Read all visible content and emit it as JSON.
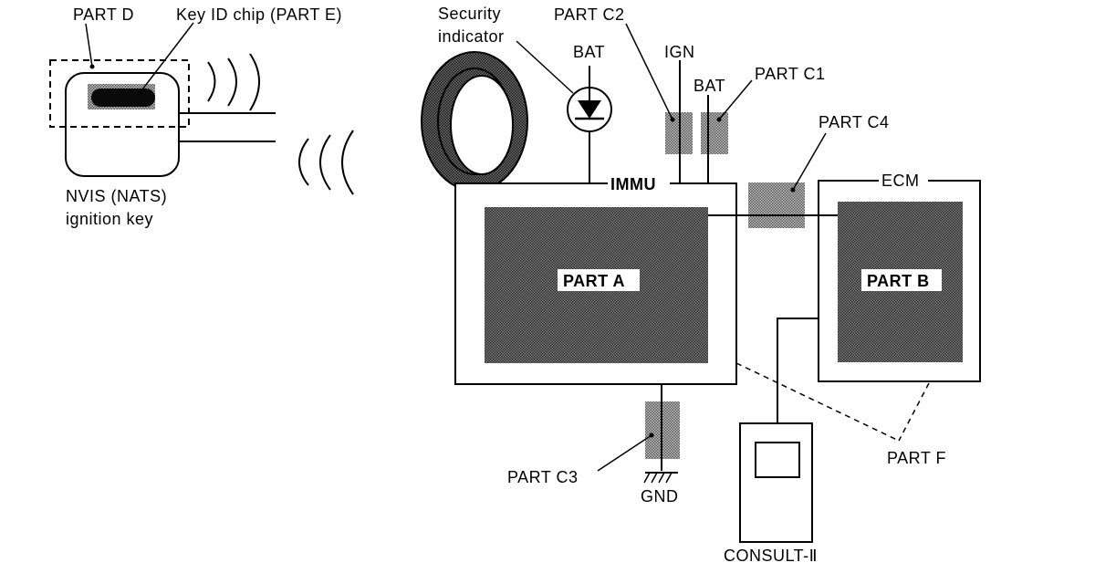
{
  "labels": {
    "part_d": "PART D",
    "key_id_chip": "Key ID chip (PART E)",
    "nvis_line1": "NVIS (NATS)",
    "nvis_line2": "ignition key",
    "security_line1": "Security",
    "security_line2": "indicator",
    "bat_indicator": "BAT",
    "part_c2": "PART C2",
    "ign": "IGN",
    "bat_c1": "BAT",
    "part_c1": "PART C1",
    "part_c4": "PART C4",
    "immu": "IMMU",
    "ecm": "ECM",
    "part_a": "PART A",
    "part_b": "PART B",
    "part_c3": "PART C3",
    "gnd": "GND",
    "part_f": "PART F",
    "consult": "CONSULT-Ⅱ"
  },
  "colors": {
    "line": "#000000",
    "background": "#ffffff",
    "hatch_dark": "#4a4a4a",
    "hatch_light": "#8a8a8a"
  }
}
